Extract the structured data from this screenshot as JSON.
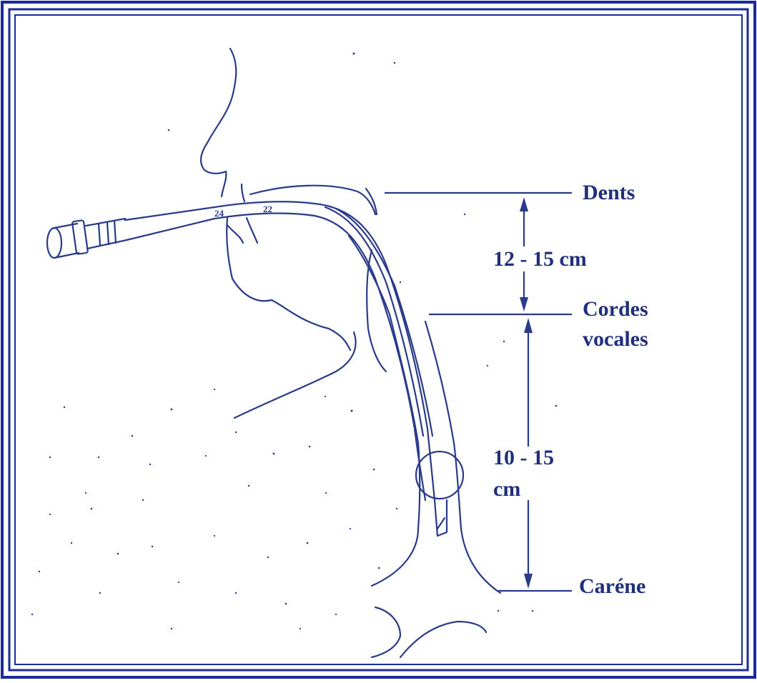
{
  "colors": {
    "ink": "#2a3a8a",
    "frame": "#1a2a9a",
    "label": "#1f2f7c",
    "background": "#ffffff"
  },
  "labels": {
    "teeth": "Dents",
    "vocal_cords_line1": "Cordes",
    "vocal_cords_line2": "vocales",
    "carina": "Caréne",
    "upper_distance": "12 - 15 cm",
    "lower_distance_line1": "10 - 15",
    "lower_distance_line2": "cm"
  },
  "tube_markings": {
    "mark_24": "24",
    "mark_22": "22"
  }
}
